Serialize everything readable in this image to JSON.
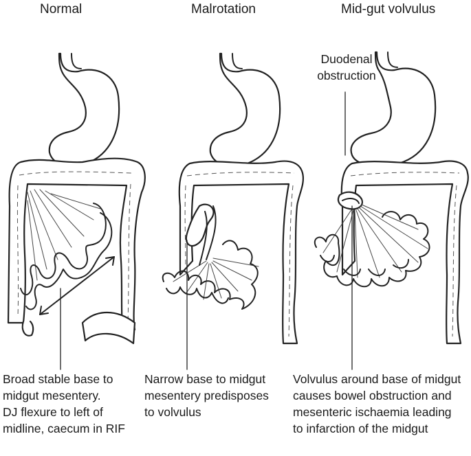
{
  "panels": [
    {
      "title": "Normal",
      "caption_lines": [
        "Broad stable base to",
        "midgut mesentery.",
        "DJ flexure to left of",
        "midline, caecum in RIF"
      ]
    },
    {
      "title": "Malrotation",
      "caption_lines": [
        "Narrow base to midgut",
        "mesentery predisposes",
        "to volvulus"
      ]
    },
    {
      "title": "Mid-gut volvulus",
      "caption_lines": [
        "Volvulus around base of midgut",
        "causes bowel obstruction and",
        "mesenteric ischaemia leading",
        "to infarction of the midgut"
      ]
    }
  ],
  "annotation": {
    "lines": [
      "Duodenal",
      "obstruction"
    ]
  }
}
